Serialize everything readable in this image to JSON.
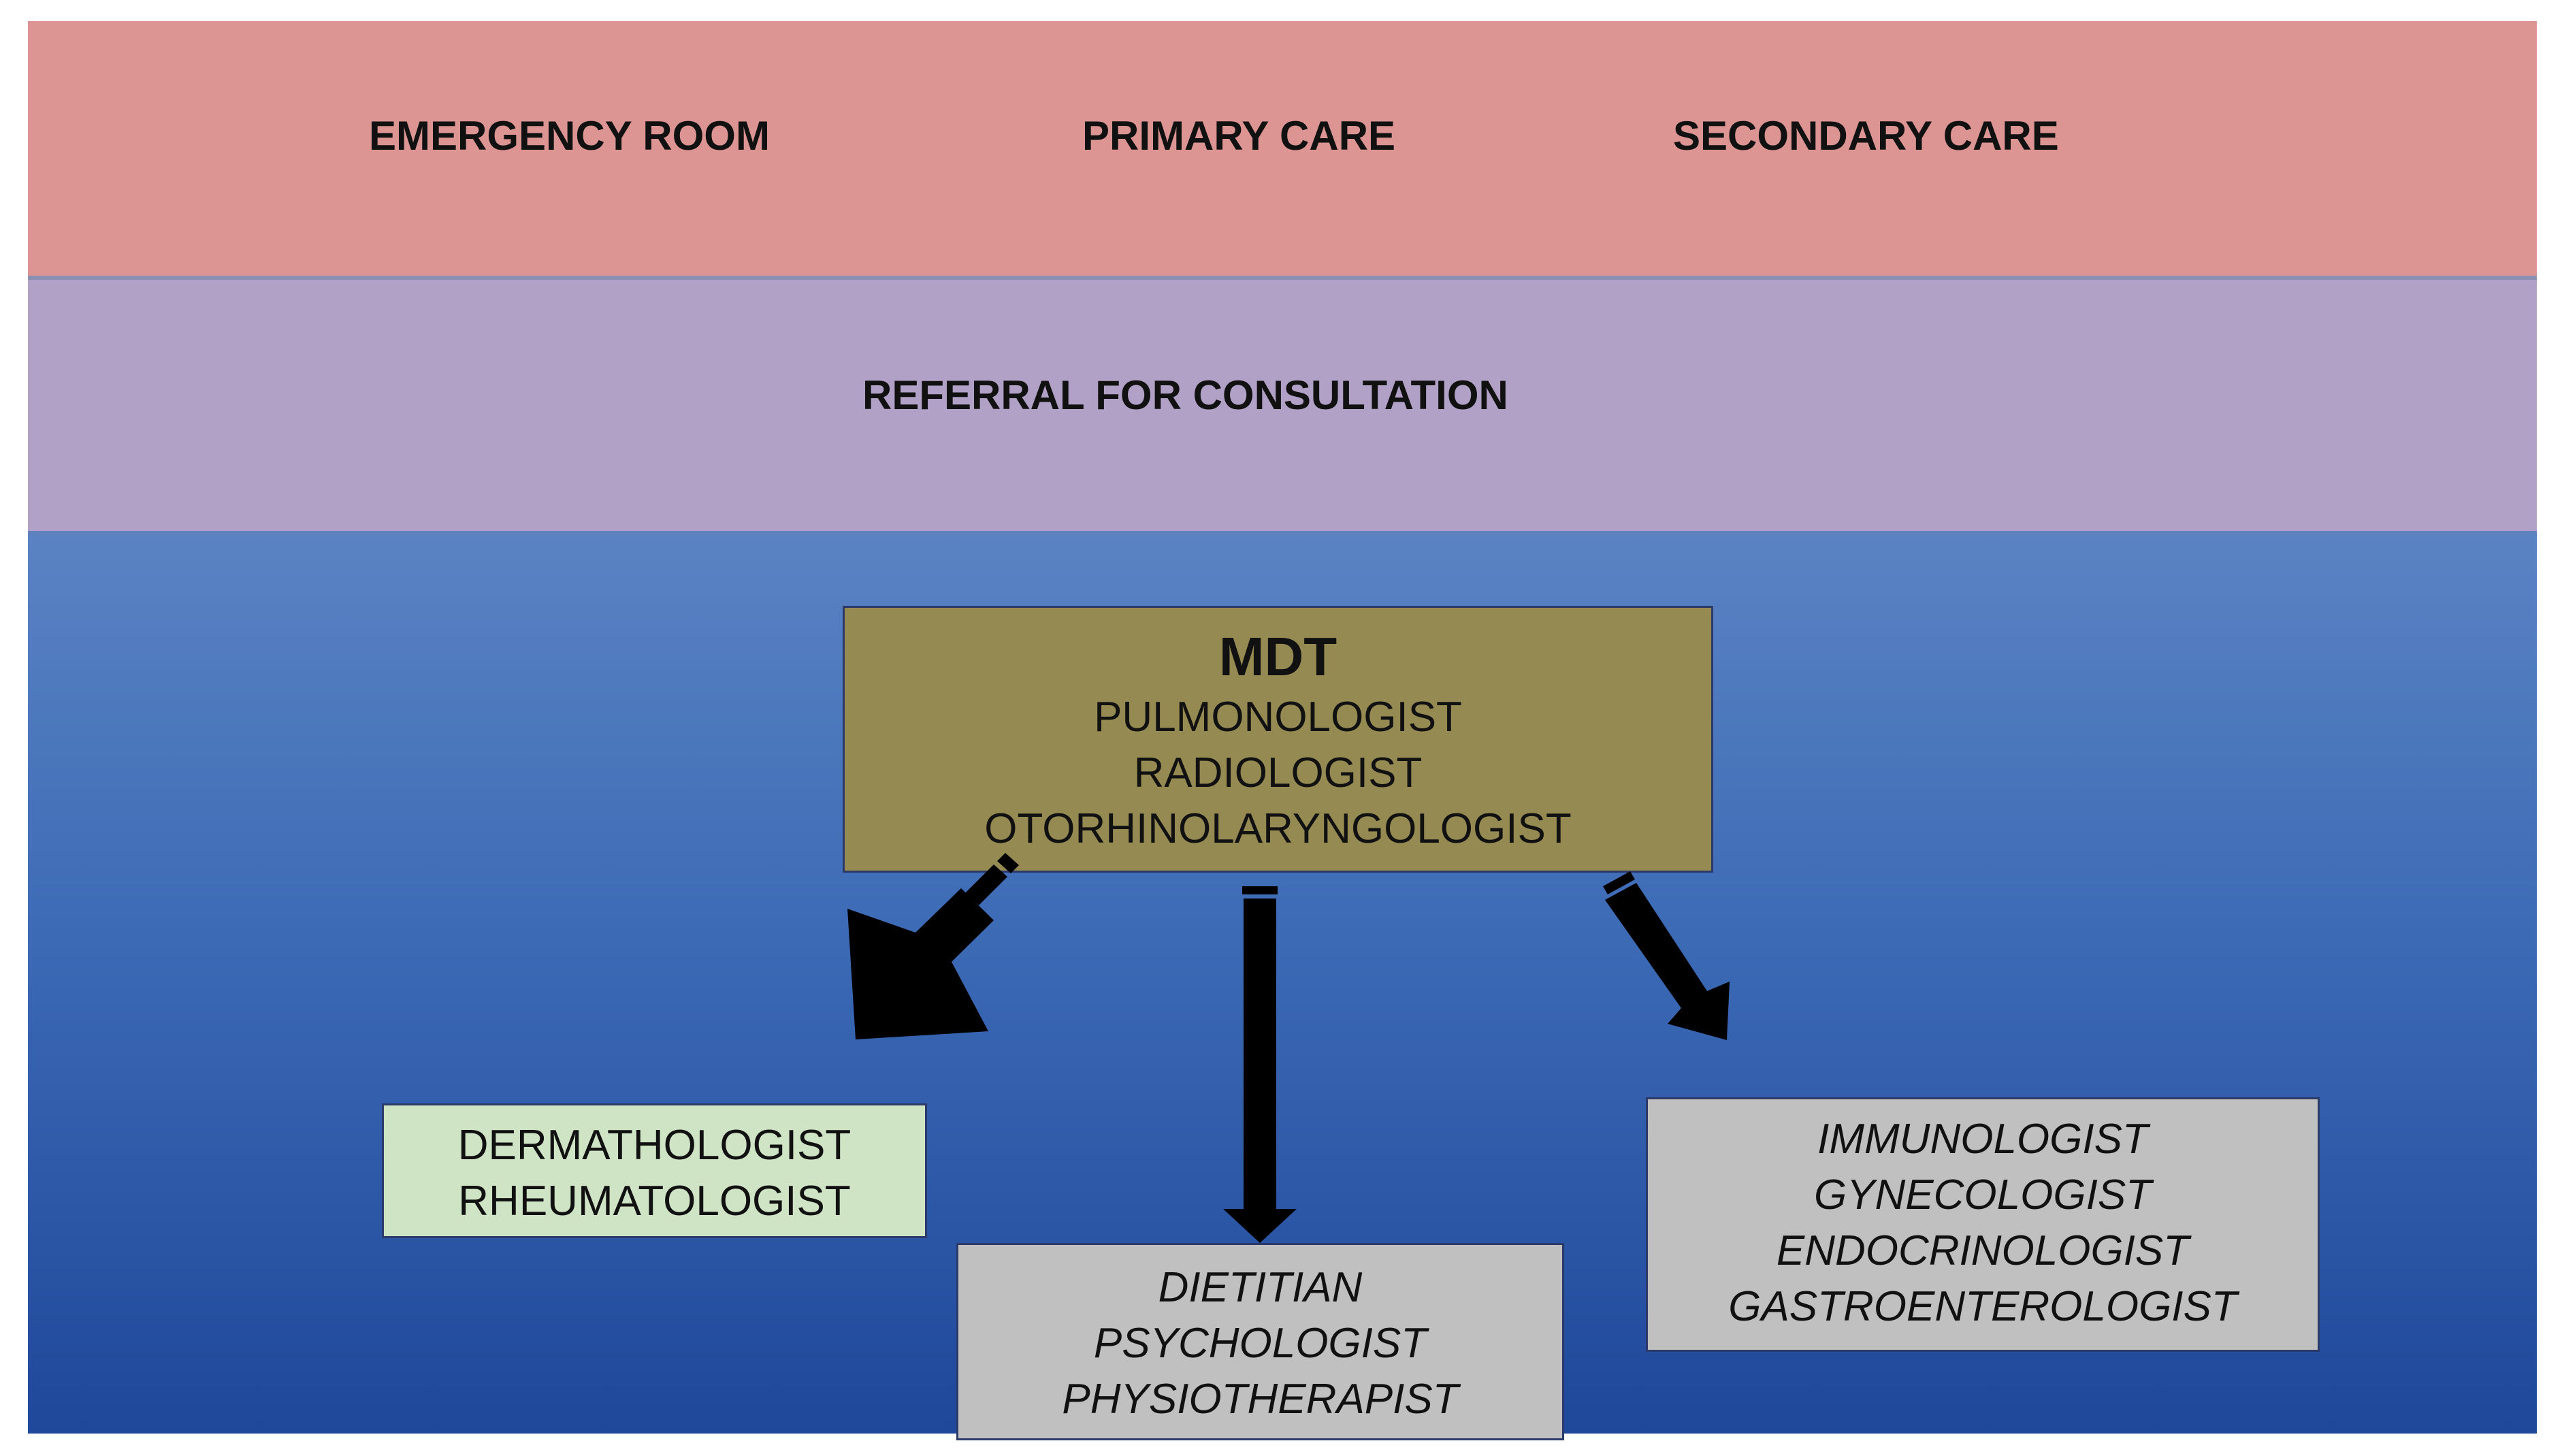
{
  "header": {
    "settings": [
      "EMERGENCY ROOM",
      "PRIMARY CARE",
      "SECONDARY CARE"
    ]
  },
  "referral": {
    "label": "REFERRAL FOR CONSULTATION"
  },
  "mdt": {
    "title": "MDT",
    "members": [
      "PULMONOLOGIST",
      "RADIOLOGIST",
      "OTORHINOLARYNGOLOGIST"
    ]
  },
  "left_box": {
    "members": [
      "DERMATHOLOGIST",
      "RHEUMATOLOGIST"
    ],
    "color": "#cfe3c5"
  },
  "center_box": {
    "members": [
      "DIETITIAN",
      "PSYCHOLOGIST",
      "PHYSIOTHERAPIST"
    ],
    "color": "#c0c0c0"
  },
  "right_box": {
    "members": [
      "IMMUNOLOGIST",
      "GYNECOLOGIST",
      "ENDOCRINOLOGIST",
      "GASTROENTEROLOGIST"
    ],
    "color": "#c0c0c0"
  },
  "colors": {
    "top_band": "#dc9593",
    "mid_band": "#b1a1c6",
    "bottom_band": "#3c6ab5",
    "mdt_box": "#958a52",
    "arrow": "#000000"
  }
}
